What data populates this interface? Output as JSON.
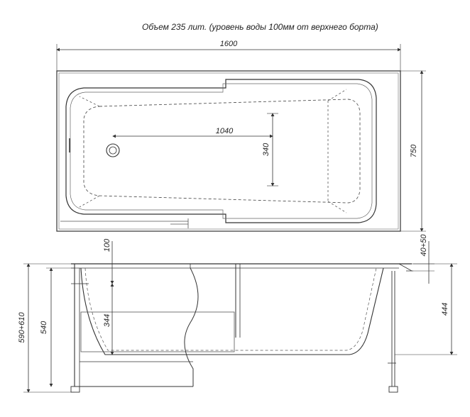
{
  "header": {
    "volume_note": "Объем 235 лит. (уровень воды 100мм от верхнего борта)"
  },
  "dimensions": {
    "total_length": "1600",
    "total_width": "750",
    "inner_length": "1040",
    "inner_width": "340",
    "water_offset": "100",
    "rim_height": "40+50",
    "leg_height": "444",
    "inner_depth": "344",
    "tub_height": "540",
    "overall_height": "590+610"
  },
  "colors": {
    "line": "#333333",
    "dashed": "#555555",
    "background": "#ffffff"
  }
}
